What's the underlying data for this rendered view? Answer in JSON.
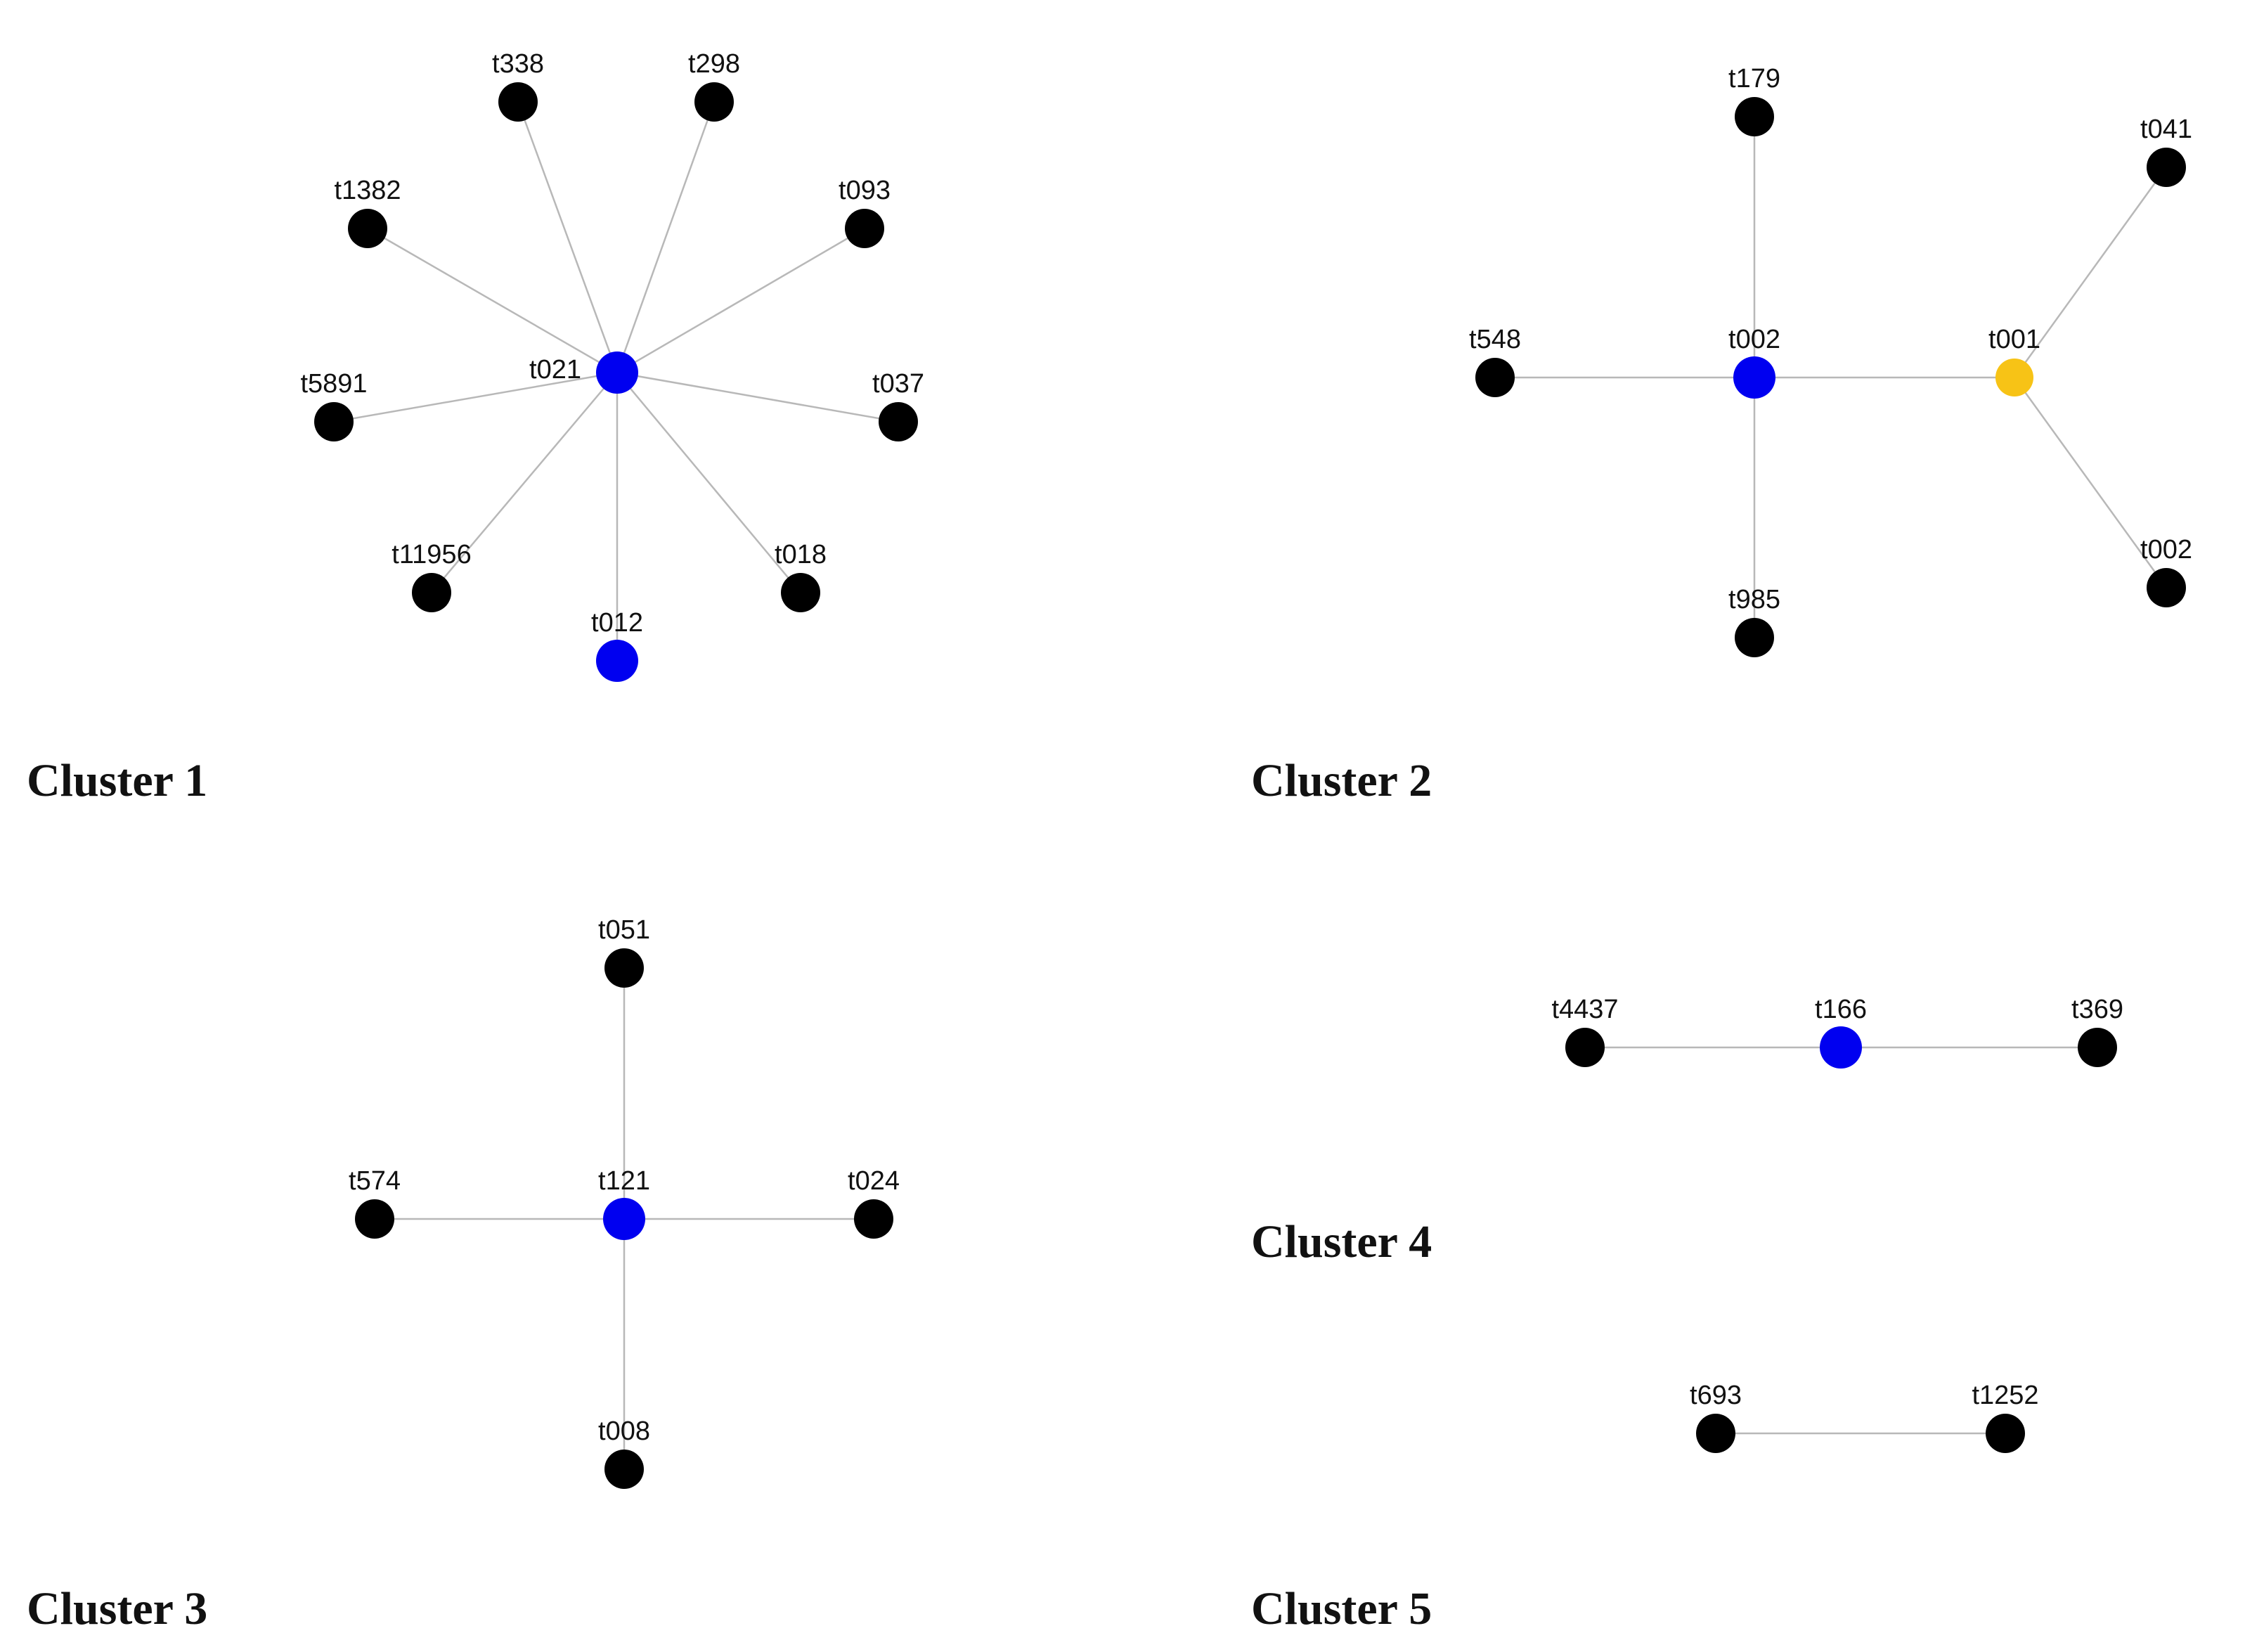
{
  "colors": {
    "default_node": "#000000",
    "highlight_node": "#0000f0",
    "special_node": "#f7c316",
    "edge": "#b8b8b8",
    "background": "#ffffff"
  },
  "clusters": [
    {
      "title": "Cluster 1",
      "nodes": [
        {
          "id": "t021",
          "label": "t021",
          "color": "highlight"
        },
        {
          "id": "t338",
          "label": "t338",
          "color": "default"
        },
        {
          "id": "t298",
          "label": "t298",
          "color": "default"
        },
        {
          "id": "t1382",
          "label": "t1382",
          "color": "default"
        },
        {
          "id": "t093",
          "label": "t093",
          "color": "default"
        },
        {
          "id": "t5891",
          "label": "t5891",
          "color": "default"
        },
        {
          "id": "t037",
          "label": "t037",
          "color": "default"
        },
        {
          "id": "t11956",
          "label": "t11956",
          "color": "default"
        },
        {
          "id": "t018",
          "label": "t018",
          "color": "default"
        },
        {
          "id": "t012",
          "label": "t012",
          "color": "highlight"
        }
      ],
      "edges": [
        [
          "t021",
          "t338"
        ],
        [
          "t021",
          "t298"
        ],
        [
          "t021",
          "t1382"
        ],
        [
          "t021",
          "t093"
        ],
        [
          "t021",
          "t5891"
        ],
        [
          "t021",
          "t037"
        ],
        [
          "t021",
          "t11956"
        ],
        [
          "t021",
          "t018"
        ],
        [
          "t021",
          "t012"
        ]
      ]
    },
    {
      "title": "Cluster 2",
      "nodes": [
        {
          "id": "t179",
          "label": "t179",
          "color": "default"
        },
        {
          "id": "t041",
          "label": "t041",
          "color": "default"
        },
        {
          "id": "t548",
          "label": "t548",
          "color": "default"
        },
        {
          "id": "t002a",
          "label": "t002",
          "color": "highlight"
        },
        {
          "id": "t001",
          "label": "t001",
          "color": "special"
        },
        {
          "id": "t002b",
          "label": "t002",
          "color": "default"
        },
        {
          "id": "t985",
          "label": "t985",
          "color": "default"
        }
      ],
      "edges": [
        [
          "t002a",
          "t179"
        ],
        [
          "t002a",
          "t548"
        ],
        [
          "t002a",
          "t001"
        ],
        [
          "t002a",
          "t985"
        ],
        [
          "t001",
          "t041"
        ],
        [
          "t001",
          "t002b"
        ]
      ]
    },
    {
      "title": "Cluster 3",
      "nodes": [
        {
          "id": "t051",
          "label": "t051",
          "color": "default"
        },
        {
          "id": "t574",
          "label": "t574",
          "color": "default"
        },
        {
          "id": "t121",
          "label": "t121",
          "color": "highlight"
        },
        {
          "id": "t024",
          "label": "t024",
          "color": "default"
        },
        {
          "id": "t008",
          "label": "t008",
          "color": "default"
        }
      ],
      "edges": [
        [
          "t121",
          "t051"
        ],
        [
          "t121",
          "t574"
        ],
        [
          "t121",
          "t024"
        ],
        [
          "t121",
          "t008"
        ]
      ]
    },
    {
      "title": "Cluster 4",
      "nodes": [
        {
          "id": "t4437",
          "label": "t4437",
          "color": "default"
        },
        {
          "id": "t166",
          "label": "t166",
          "color": "highlight"
        },
        {
          "id": "t369",
          "label": "t369",
          "color": "default"
        }
      ],
      "edges": [
        [
          "t166",
          "t4437"
        ],
        [
          "t166",
          "t369"
        ]
      ]
    },
    {
      "title": "Cluster 5",
      "nodes": [
        {
          "id": "t693",
          "label": "t693",
          "color": "default"
        },
        {
          "id": "t1252",
          "label": "t1252",
          "color": "default"
        }
      ],
      "edges": [
        [
          "t693",
          "t1252"
        ]
      ]
    }
  ]
}
